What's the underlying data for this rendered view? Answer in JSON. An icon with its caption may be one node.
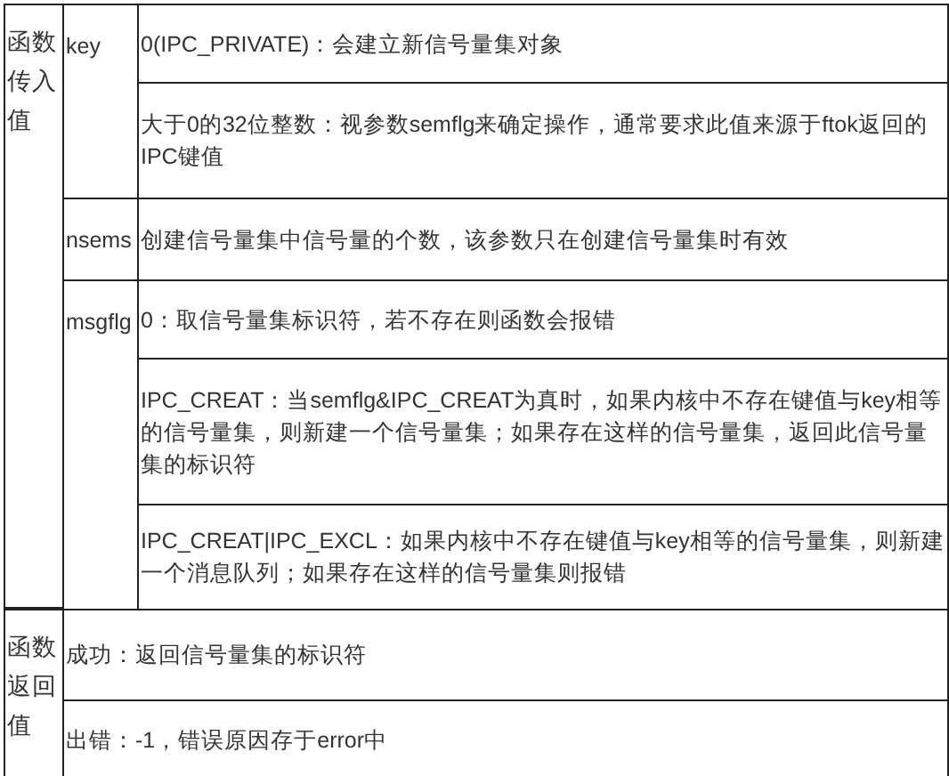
{
  "diagram": {
    "labels": [
      "函数传入值",
      "key",
      "0(IPC_PRIVATE)：会建立新信号量集对象",
      "大于0的32位整数：视参数semflg来确定操作，通常要求此值来源于ftok返回的IPC键值",
      "nsems",
      "创建信号量集中信号量的个数，该参数只在创建信号量集时有效",
      "msgflg",
      "0：取信号量集标识符，若不存在则函数会报错",
      "IPC_CREAT：当semflg&IPC_CREAT为真时，如果内核中不存在键值与key相等的信号量集，则新建一个信号量集；如果存在这样的信号量集，返回此信号量集的标识符",
      "IPC_CREAT|IPC_EXCL：如果内核中不存在键值与key相等的信号量集，则新建一个消息队列；如果存在这样的信号量集则报错",
      "函数返回值",
      "成功：返回信号量集的标识符",
      "出错：-1，错误原因存于error中"
    ]
  }
}
